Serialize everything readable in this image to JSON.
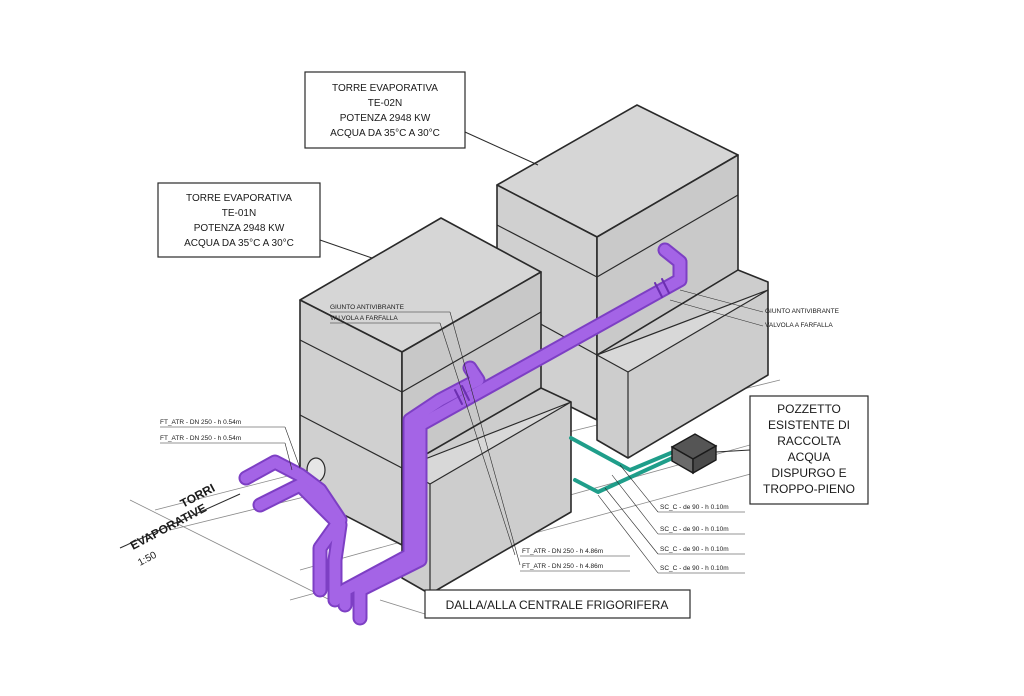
{
  "tower_1_box": [
    "TORRE EVAPORATIVA",
    "TE-01N",
    "POTENZA 2948 KW",
    "ACQUA DA 35°C A 30°C"
  ],
  "tower_2_box": [
    "TORRE EVAPORATIVA",
    "TE-02N",
    "POTENZA 2948 KW",
    "ACQUA DA 35°C A 30°C"
  ],
  "well_box": [
    "POZZETTO",
    "ESISTENTE DI",
    "RACCOLTA",
    "ACQUA",
    "DISPURGO E",
    "TROPPO-PIENO"
  ],
  "from_plant_label": "DALLA/ALLA CENTRALE FRIGORIFERA",
  "section_label": [
    "TORRI",
    "EVAPORATIVE",
    "1:50"
  ],
  "left_pipe_labels": [
    "FT_ATR - DN 250 - h 0.54m",
    "FT_ATR - DN 250 - h 0.54m"
  ],
  "joint_labels_left": [
    "GIUNTO ANTIVIBRANTE",
    "VALVOLA A FARFALLA"
  ],
  "joint_labels_right": [
    "GIUNTO ANTIVIBRANTE",
    "VALVOLA A FARFALLA"
  ],
  "bottom_pipe_labels": [
    "FT_ATR - DN 250 - h 4.86m",
    "FT_ATR - DN 250 - h 4.86m"
  ],
  "drain_labels": [
    "SC_C - de 90 - h 0.10m",
    "SC_C - de 90 - h 0.10m",
    "SC_C - de 90 - h 0.10m",
    "SC_C - de 90 - h 0.10m"
  ],
  "colors": {
    "pipe": "#a464e6",
    "pipe_dark": "#7d3fc4",
    "drain": "#1f9e8a",
    "box_top": "#d6d6d6",
    "box_side": "#cfcfcf",
    "stroke": "#2a2a2a"
  }
}
